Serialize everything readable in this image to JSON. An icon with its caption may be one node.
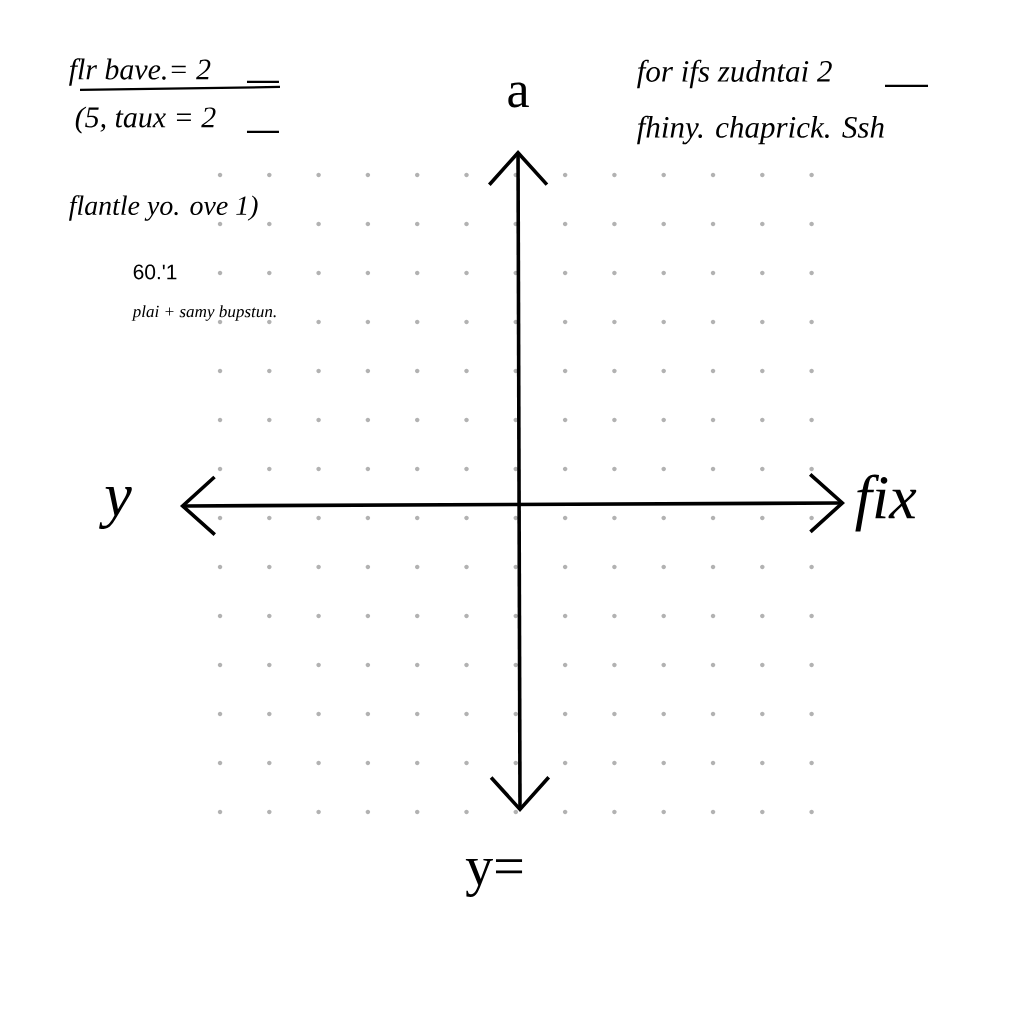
{
  "diagram": {
    "labels": [
      "flr bave.= 2",
      "(5, taux = 2",
      "for ifs zudntai 2",
      "fhiny. chaprick. Ssh",
      "a",
      "flantle yo. ove 1)",
      "60.'1",
      "plai + samy bupstun.",
      "y",
      "fix",
      "y="
    ]
  }
}
